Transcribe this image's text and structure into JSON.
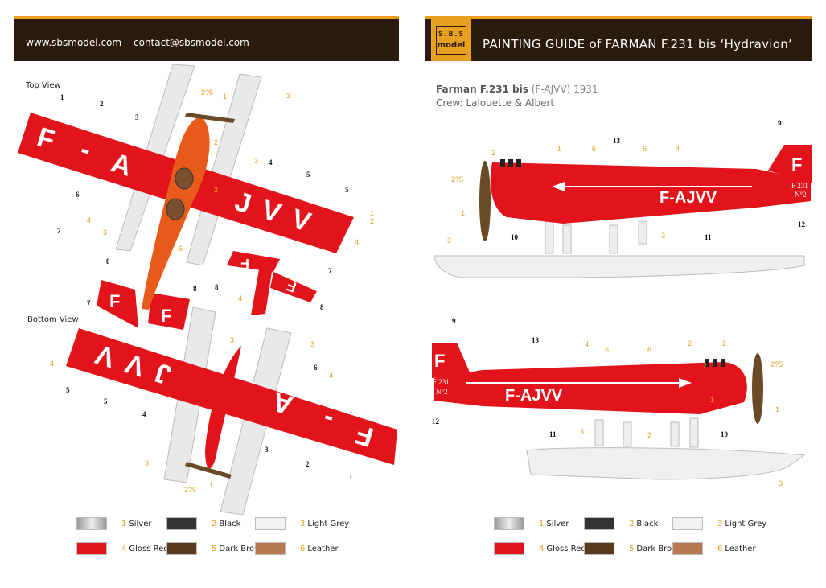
{
  "header": {
    "website": "www.sbsmodel.com",
    "email": "contact@sbsmodel.com",
    "logo_top": "S.B.S",
    "logo_bottom": "model",
    "title": "PAINTING GUIDE of FARMAN F.231 bis ‘Hydravion’"
  },
  "views": {
    "top": "Top View",
    "bottom": "Bottom View"
  },
  "aircraft": {
    "name": "Farman F.231 bis",
    "registration": "(F-AJVV)",
    "year": "1931",
    "crew": "Crew: Lalouette & Albert"
  },
  "markings": {
    "reg_side": "F-AJVV",
    "fin_letter": "F",
    "fin_sub1": "F 231",
    "fin_sub2": "N°2",
    "wing_F": "F",
    "wing_dash": "-",
    "wing_A": "A",
    "wing_JVV": "JVV",
    "tail_F": "F"
  },
  "colors": {
    "red": "#e3131b",
    "orange": "#e8a020",
    "brown": "#2b1b0c",
    "float_grey": "#e9e9e9",
    "prop": "#6b4a26",
    "fuselage_orange": "#e85a1a"
  },
  "callouts": {
    "n1": "1",
    "n2": "2",
    "n3": "3",
    "n4": "4",
    "n5": "5",
    "n6": "6",
    "n7": "7",
    "n8": "8",
    "n9": "9",
    "n10": "10",
    "n11": "11",
    "n12": "12",
    "n13": "13",
    "n25": "2?5"
  },
  "legend": [
    {
      "num": "1",
      "label": "Silver",
      "color": "#c8c8c8"
    },
    {
      "num": "2",
      "label": "Black",
      "color": "#333333"
    },
    {
      "num": "3",
      "label": "Light Grey",
      "color": "#f2f2f2"
    },
    {
      "num": "4",
      "label": "Gloss Red",
      "color": "#e3131b"
    },
    {
      "num": "5",
      "label": "Dark Brown",
      "color": "#5a3a1a"
    },
    {
      "num": "6",
      "label": "Leather",
      "color": "#b87850"
    }
  ]
}
